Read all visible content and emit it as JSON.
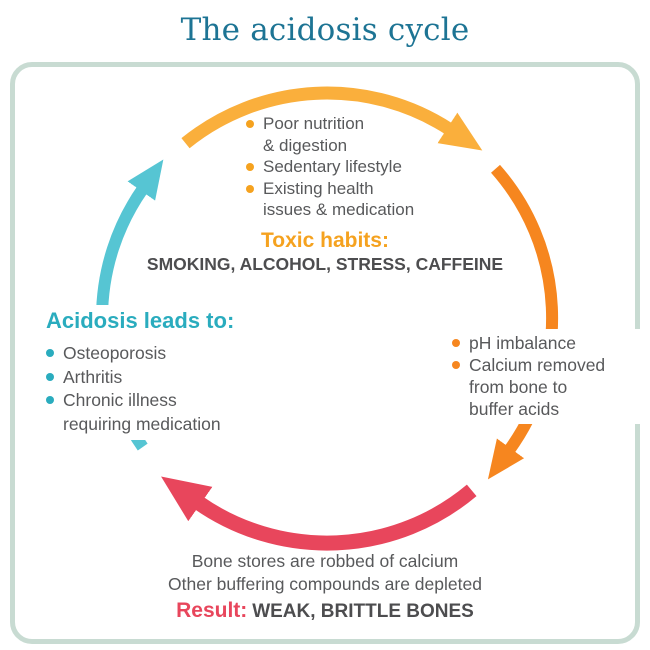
{
  "title": "The acidosis cycle",
  "colors": {
    "title_teal": "#1D7494",
    "card_border": "#C8DBD2",
    "arc_yellow": "#FAAF3C",
    "arc_orange": "#F6861F",
    "arc_red": "#E8465C",
    "arc_teal": "#56C5D3",
    "accent_yellow": "#F5A21F",
    "accent_teal": "#2AACBE",
    "accent_red": "#E8465C",
    "body_text": "#58595B",
    "dark_text": "#4D4D4F"
  },
  "top_list": {
    "items": [
      "Poor nutrition\n& digestion",
      "Sedentary lifestyle",
      "Existing health\nissues & medication"
    ]
  },
  "toxic": {
    "heading": "Toxic habits:",
    "detail": "SMOKING, ALCOHOL, STRESS, CAFFEINE"
  },
  "right_list": {
    "items": [
      "pH imbalance",
      "Calcium removed\nfrom bone to\nbuffer acids"
    ]
  },
  "left_block": {
    "heading": "Acidosis leads to:",
    "items": [
      "Osteoporosis",
      "Arthritis",
      "Chronic illness\nrequiring medication"
    ]
  },
  "bottom_block": {
    "line1": "Bone stores are robbed of calcium",
    "line2": "Other buffering compounds are depleted",
    "result_label": "Result:",
    "result_text": "WEAK, BRITTLE BONES"
  }
}
